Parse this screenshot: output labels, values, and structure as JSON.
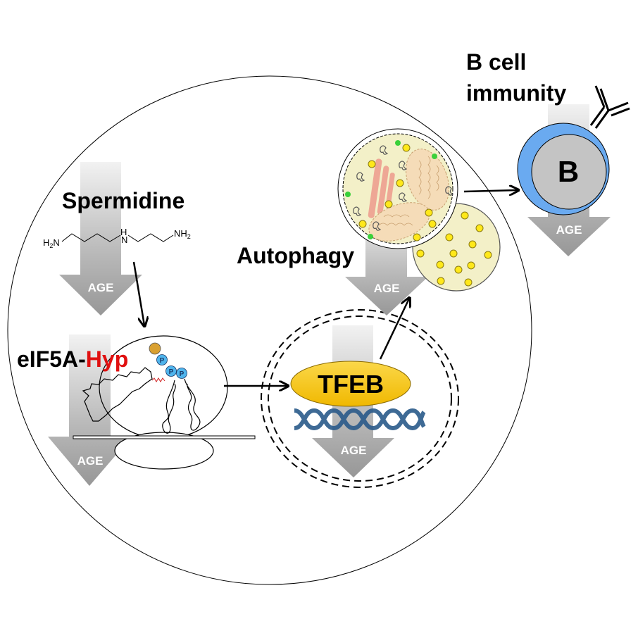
{
  "labels": {
    "spermidine": "Spermidine",
    "eif5a_prefix": "eIF5A-",
    "eif5a_hyp": "Hyp",
    "autophagy": "Autophagy",
    "tfeb": "TFEB",
    "b_cell_line1": "B cell",
    "b_cell_line2": "immunity",
    "b_letter": "B",
    "phospho": "P"
  },
  "age_label": "AGE",
  "chemical_structure": {
    "left_group_main": "H",
    "left_group_sub": "2",
    "left_group_end": "N",
    "center_h": "H",
    "center_n": "N",
    "right_group_main": "NH",
    "right_group_sub": "2"
  },
  "colors": {
    "hyp_red": "#e01010",
    "tfeb_yellow": "#f5c000",
    "b_cell_blue": "#6aaaf0",
    "b_nucleus_gray": "#c4c4c4",
    "age_arrow_gray": "#9a9a9a",
    "dna_blue": "#2a5a8a",
    "vesicle_fill": "#f3f0c8",
    "vesicle_yellow": "#ffe81a",
    "phospho_blue": "#4fb4ec",
    "hypusine_orange": "#d9a030"
  },
  "flow": [
    {
      "from": "Spermidine",
      "to": "eIF5A-Hyp"
    },
    {
      "from": "eIF5A-Hyp",
      "to": "TFEB"
    },
    {
      "from": "TFEB",
      "to": "Autophagy"
    },
    {
      "from": "Autophagy",
      "to": "B cell immunity"
    }
  ]
}
